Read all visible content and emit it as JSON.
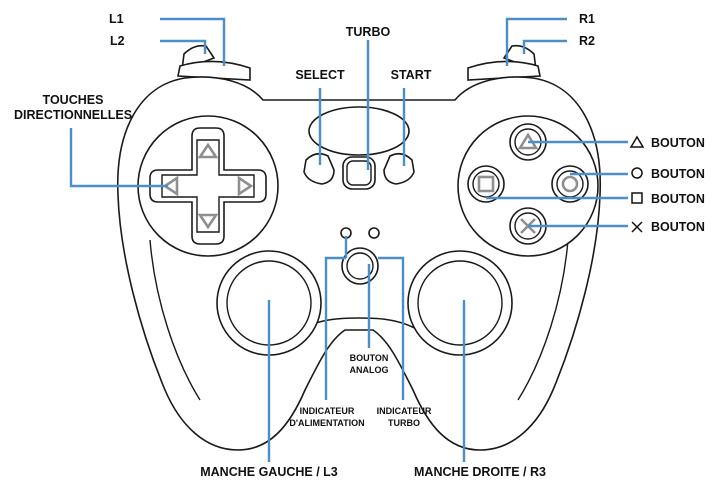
{
  "labels": {
    "l1": "L1",
    "l2": "L2",
    "r1": "R1",
    "r2": "R2",
    "turbo": "TURBO",
    "select": "SELECT",
    "start": "START",
    "dpad_line1": "TOUCHES",
    "dpad_line2": "DIRECTIONNELLES",
    "triangle_button": "BOUTON",
    "circle_button": "BOUTON",
    "square_button": "BOUTON",
    "cross_button": "BOUTON",
    "analog_line1": "BOUTON",
    "analog_line2": "ANALOG",
    "power_line1": "INDICATEUR",
    "power_line2": "D'ALIMENTATION",
    "turbo_ind_line1": "INDICATEUR",
    "turbo_ind_line2": "TURBO",
    "left_stick": "MANCHE GAUCHE / L3",
    "right_stick": "MANCHE DROITE / R3"
  },
  "colors": {
    "leader_line": "#4a8fc9",
    "outline": "#1a1a1a",
    "symbol_gray": "#8f8f8f"
  },
  "icons": {
    "triangle_legend": "triangle-icon",
    "circle_legend": "circle-icon",
    "square_legend": "square-icon",
    "cross_legend": "cross-icon"
  }
}
